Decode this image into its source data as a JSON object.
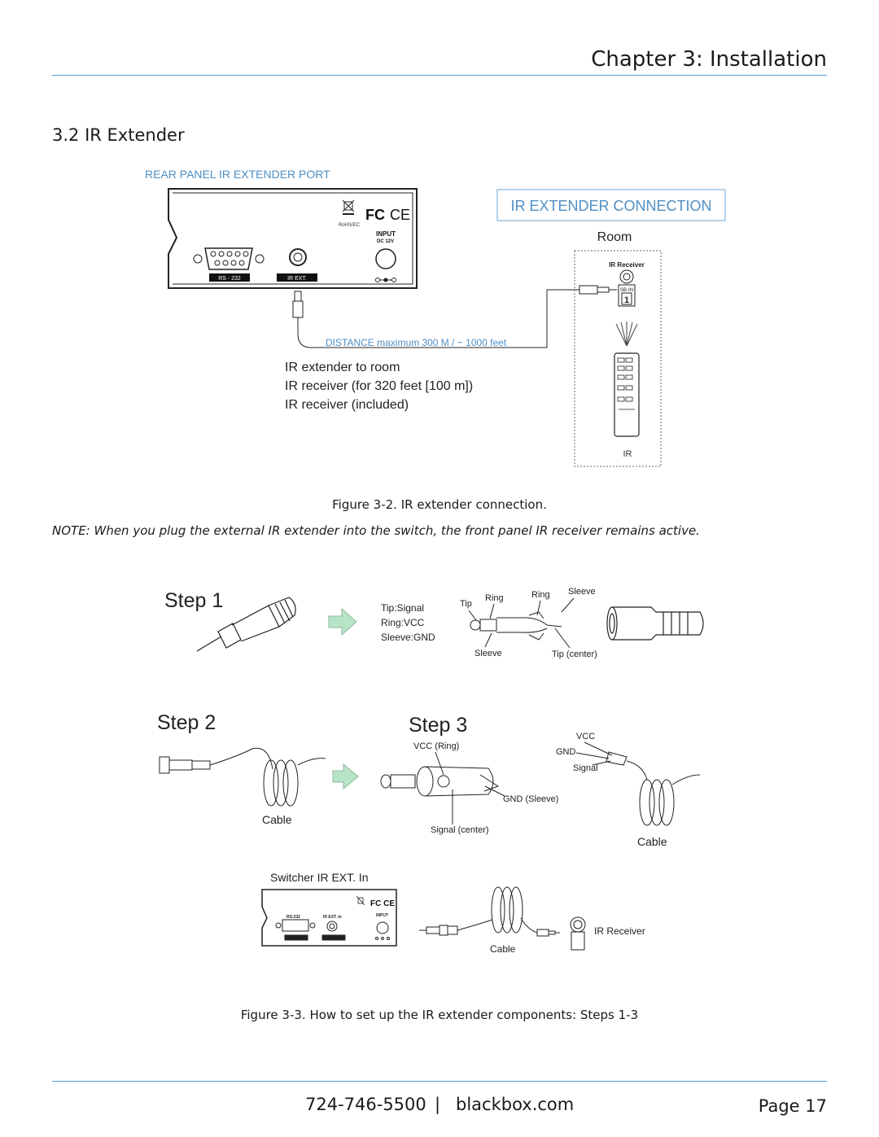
{
  "header": {
    "chapter": "Chapter 3: Installation"
  },
  "section": {
    "title": "3.2 IR Extender"
  },
  "figure2": {
    "rear_panel_title": "REAR PANEL IR EXTENDER PORT",
    "connection_title": "IR EXTENDER CONNECTION",
    "room": "Room",
    "ir_receiver": "IR Receiver",
    "sb_in": "SB·IN",
    "port_number": "1",
    "input": "INPUT",
    "dc12v": "DC 12V",
    "rs232": "RS - 232",
    "ir_ext": "IR EXT.",
    "rohs": "RoHS/EC",
    "distance": "DISTANCE maximum 300 M / ~ 1000 feet",
    "legend": [
      "IR extender to room",
      "IR receiver (for 320 feet [100 m])",
      "IR receiver (included)"
    ],
    "remote_label": "IR",
    "caption": "Figure 3-2. IR extender connection."
  },
  "note": "NOTE: When you plug the external IR extender into the switch, the front panel IR receiver remains active.",
  "figure3": {
    "step1": "Step 1",
    "step2": "Step 2",
    "step3": "Step 3",
    "tip_signal": "Tip:Signal",
    "ring_vcc": "Ring:VCC",
    "sleeve_gnd": "Sleeve:GND",
    "tip": "Tip",
    "ring1": "Ring",
    "ring2": "Ring",
    "sleeve_top": "Sleeve",
    "sleeve_bottom": "Sleeve",
    "tip_center": "Tip (center)",
    "cable_step2": "Cable",
    "vcc_ring": "VCC (Ring)",
    "gnd_sleeve": "GND (Sleeve)",
    "signal_center": "Signal (center)",
    "vcc": "VCC",
    "gnd": "GND",
    "signal": "Signal",
    "cable_step3": "Cable",
    "switcher_label": "Switcher IR EXT. In",
    "mini_rs232": "RS-232",
    "mini_irext": "IR EXT. In",
    "mini_input": "INPUT",
    "cable_bottom": "Cable",
    "ir_receiver": "IR Receiver",
    "caption": "Figure 3-3. How to set up the IR extender components: Steps 1-3"
  },
  "footer": {
    "phone": "724-746-5500",
    "separator": "|",
    "website": "blackbox.com",
    "page": "Page 17"
  },
  "colors": {
    "accent": "#5b9bd5",
    "arrow": "#b7e4c7",
    "panel_text": "#4f8fc4"
  }
}
